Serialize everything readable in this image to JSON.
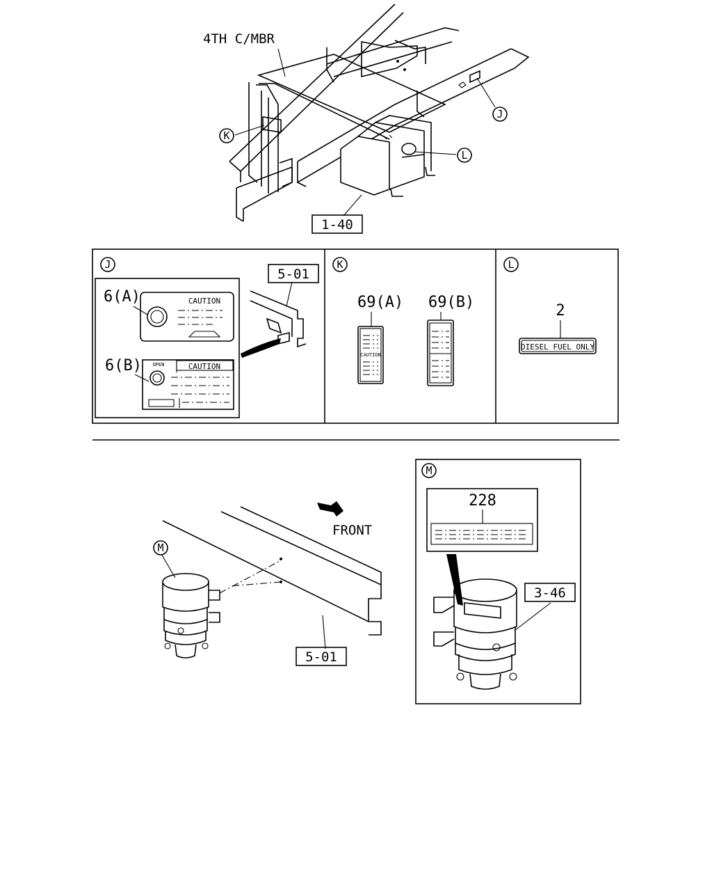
{
  "top_assembly": {
    "member_label": "4TH C/MBR",
    "ref_tank": "1-40",
    "callout_j": "J",
    "callout_k": "K",
    "callout_l": "L"
  },
  "panel_j": {
    "tag": "J",
    "ref_frame": "5-01",
    "part_a": "6(A)",
    "part_b": "6(B)",
    "caution_a": "CAUTION",
    "caution_b": "CAUTION",
    "knob_open": "OPEN"
  },
  "panel_k": {
    "tag": "K",
    "part_a": "69(A)",
    "part_b": "69(B)",
    "label_a_caution": "CAUTION"
  },
  "panel_l": {
    "tag": "L",
    "part": "2",
    "plate_text": "DIESEL FUEL ONLY"
  },
  "bottom_assembly": {
    "callout_m": "M",
    "direction_label": "FRONT",
    "ref_frame": "5-01"
  },
  "panel_m": {
    "tag": "M",
    "part": "228",
    "ref_part": "3-46"
  }
}
